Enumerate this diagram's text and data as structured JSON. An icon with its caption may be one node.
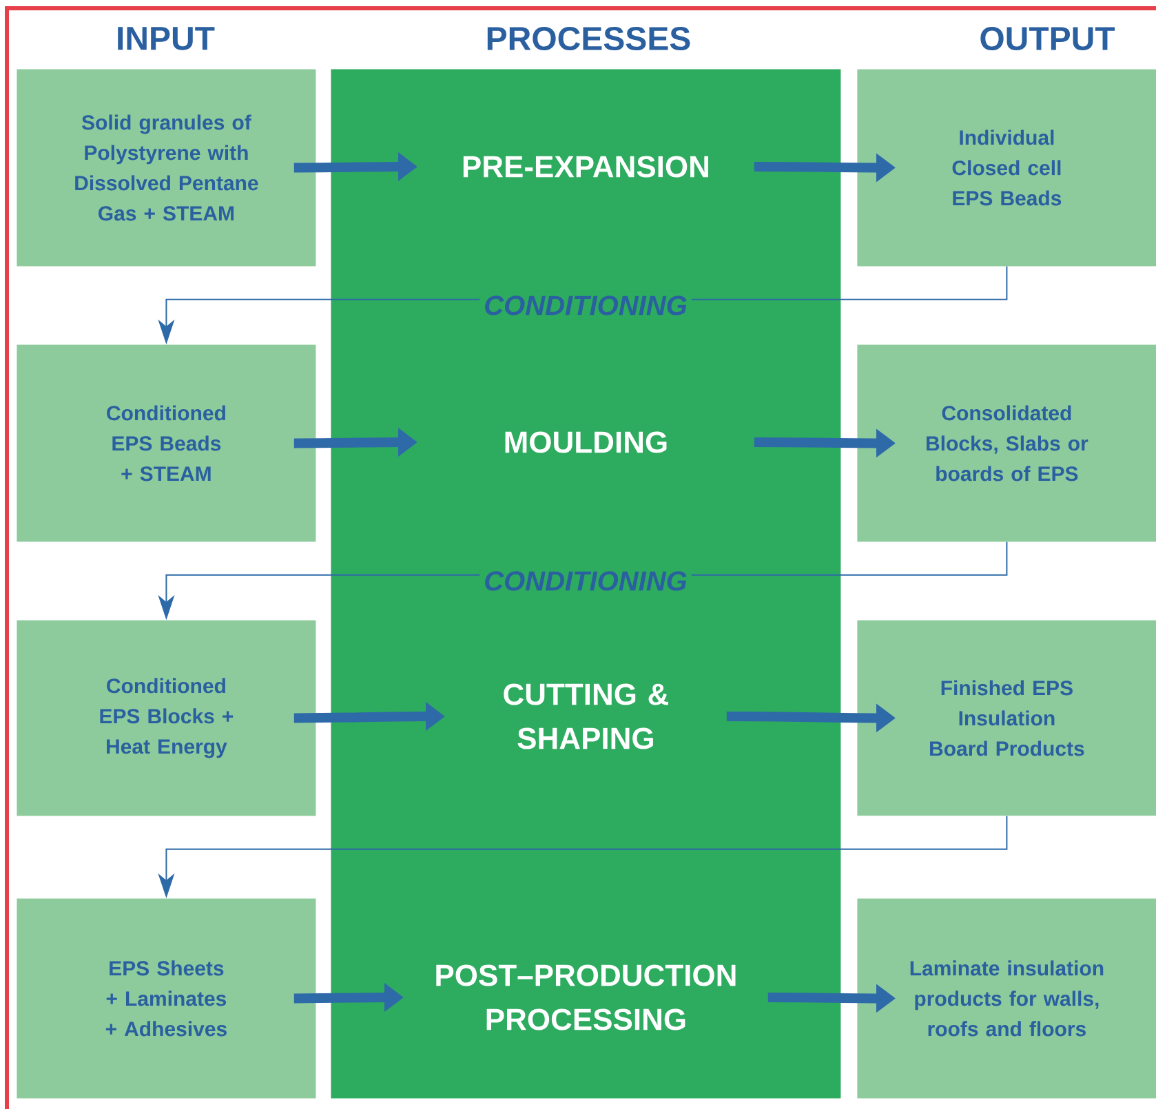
{
  "diagram": {
    "nodes": [
      {
        "text": [],
        "shape": "box"
      },
      {
        "text": [
          "Solid granules of Polystyrene with Dissolved Pentane Gas + STEAM"
        ]
      },
      {
        "text": [
          "Conditioned EPS Beads + STEAM"
        ]
      },
      {
        "text": [
          "Conditioned EPS Blocks + Heat Energy"
        ]
      },
      {
        "text": [
          "EPS Sheets + Laminates + Adhesives"
        ]
      },
      {
        "text": [
          "PRE-EXPANSION"
        ],
        "in": 0
      },
      {
        "text": [
          "MOULDING"
        ],
        "in": 0
      },
      {
        "text": [
          "CUTTING & SHAPING"
        ],
        "in": 0
      },
      {
        "text": [
          "POST–PRODUCTION PROCESSING"
        ],
        "in": 0
      },
      {
        "text": [
          "Individual Closed cell EPS Beads"
        ]
      },
      {
        "text": [
          "Consolidated Blocks, Slabs or boards of EPS"
        ]
      },
      {
        "text": [
          "Finished EPS Insulation Board Products"
        ]
      },
      {
        "text": [
          "Laminate insulation products for walls, roofs and floors"
        ]
      }
    ],
    "edges": [
      {
        "from": 1,
        "to": 5,
        "arrow": "to"
      },
      {
        "from": 5,
        "to": 9,
        "arrow": "to"
      },
      {
        "from": 9,
        "to": 2,
        "arrow": "to",
        "label": "CONDITIONING"
      },
      {
        "from": 2,
        "to": 6,
        "arrow": "to"
      },
      {
        "from": 6,
        "to": 10,
        "arrow": "to"
      },
      {
        "from": 10,
        "to": 3,
        "arrow": "to",
        "label": "CONDITIONING"
      },
      {
        "from": 3,
        "to": 7,
        "arrow": "to"
      },
      {
        "from": 7,
        "to": 11,
        "arrow": "to"
      },
      {
        "from": 11,
        "to": 4,
        "arrow": "to"
      },
      {
        "from": 4,
        "to": 8,
        "arrow": "to"
      },
      {
        "from": 8,
        "to": 12,
        "arrow": "to"
      }
    ],
    "labels": [
      "INPUT",
      "PROCESSES",
      "OUTPUT"
    ]
  }
}
